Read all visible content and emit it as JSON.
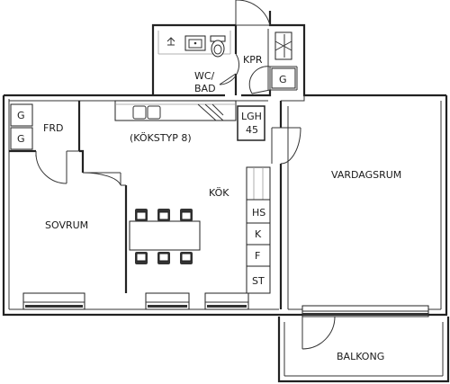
{
  "plan": {
    "rooms": {
      "wc_bad_line1": "WC/",
      "wc_bad_line2": "BAD",
      "kpr": "KPR",
      "frd": "FRD",
      "kokstyp": "(KÖKSTYP 8)",
      "lgh_line1": "LGH",
      "lgh_line2": "45",
      "sovrum": "SOVRUM",
      "kok": "KÖK",
      "vardagsrum": "VARDAGSRUM",
      "balkong": "BALKONG"
    },
    "appliances": {
      "g_hall": "G",
      "g_frd_1": "G",
      "g_frd_2": "G",
      "hs": "HS",
      "k": "K",
      "f": "F",
      "st": "ST"
    }
  }
}
